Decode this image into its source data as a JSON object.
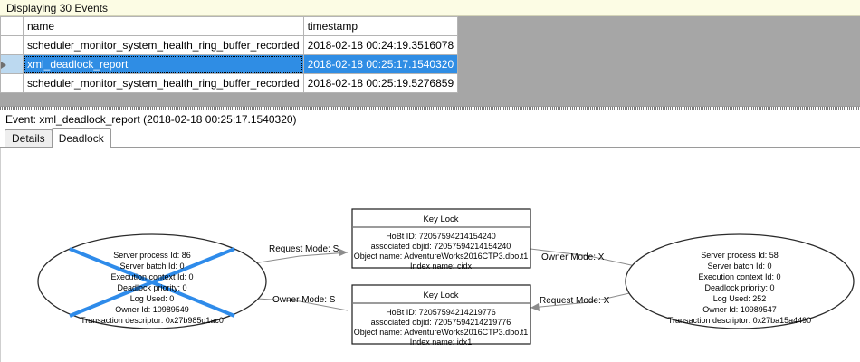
{
  "banner": {
    "text": "Displaying 30 Events"
  },
  "grid": {
    "columns": [
      "",
      "name",
      "timestamp"
    ],
    "header": {
      "selector": "",
      "name": "name",
      "timestamp": "timestamp"
    },
    "rows": [
      {
        "selector_icon": "",
        "name": "scheduler_monitor_system_health_ring_buffer_recorded",
        "timestamp": "2018-02-18 00:24:19.3516078",
        "selected": false
      },
      {
        "selector_icon": "row-arrow-icon",
        "name": "xml_deadlock_report",
        "timestamp": "2018-02-18 00:25:17.1540320",
        "selected": true
      },
      {
        "selector_icon": "",
        "name": "scheduler_monitor_system_health_ring_buffer_recorded",
        "timestamp": "2018-02-18 00:25:19.5276859",
        "selected": false
      }
    ]
  },
  "event_header": {
    "text": "Event: xml_deadlock_report (2018-02-18 00:25:17.1540320)"
  },
  "tabs": [
    {
      "label": "Details",
      "active": false
    },
    {
      "label": "Deadlock",
      "active": true
    }
  ],
  "deadlock_graph": {
    "colors": {
      "victim_cross": "#2e8bea",
      "node_stroke": "#2b2b2b",
      "box_stroke": "#1c1c1c",
      "edge_stroke": "#8c8c8c",
      "canvas": "#ffffff"
    },
    "processes": [
      {
        "id": "process-victim",
        "victim": true,
        "lines": [
          "Server process Id: 86",
          "Server batch Id: 0",
          "Execution context Id: 0",
          "Deadlock priority: 0",
          "Log Used: 0",
          "Owner Id: 10989549",
          "Transaction descriptor: 0x27b985d1ac0"
        ]
      },
      {
        "id": "process-survivor",
        "victim": false,
        "lines": [
          "Server process Id: 58",
          "Server batch Id: 0",
          "Execution context Id: 0",
          "Deadlock priority: 0",
          "Log Used: 252",
          "Owner Id: 10989547",
          "Transaction descriptor: 0x27ba15a4490"
        ]
      }
    ],
    "resources": [
      {
        "id": "keylock-top",
        "title": "Key Lock",
        "lines": [
          "HoBt ID: 72057594214154240",
          "associated objid: 72057594214154240",
          "Object name: AdventureWorks2016CTP3.dbo.t1",
          "Index name: cidx"
        ]
      },
      {
        "id": "keylock-bottom",
        "title": "Key Lock",
        "lines": [
          "HoBt ID: 72057594214219776",
          "associated objid: 72057594214219776",
          "Object name: AdventureWorks2016CTP3.dbo.t1",
          "Index name: idx1"
        ]
      }
    ],
    "edges": [
      {
        "id": "edge-victim-request-top",
        "label": "Request Mode: S"
      },
      {
        "id": "edge-top-owner-survivor",
        "label": "Owner Mode: X"
      },
      {
        "id": "edge-bottom-owner-victim",
        "label": "Owner Mode: S"
      },
      {
        "id": "edge-survivor-request-bottom",
        "label": "Request Mode: X"
      }
    ]
  }
}
